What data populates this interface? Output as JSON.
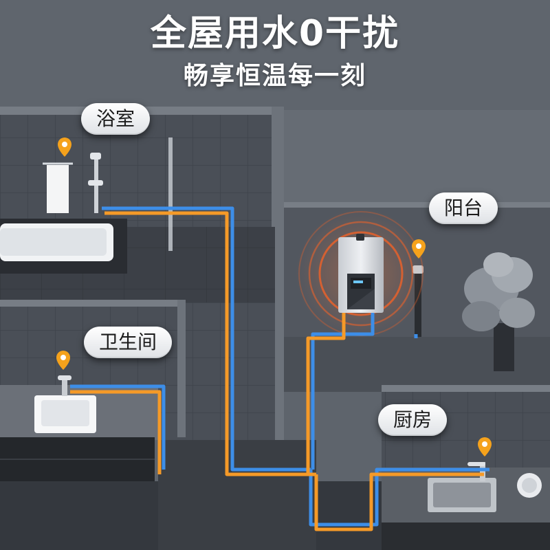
{
  "headline": {
    "title": "全屋用水0干扰",
    "subtitle": "畅享恒温每一刻"
  },
  "rooms": {
    "bathroom": "浴室",
    "balcony": "阳台",
    "toilet": "卫生间",
    "kitchen": "厨房"
  },
  "pipes": {
    "hot_color": "#f59a28",
    "cold_color": "#3d8ee8"
  },
  "pin_color": "#f5a21c",
  "icons": [
    "location-pin-icon",
    "faucet-icon",
    "shower-icon",
    "towel-icon",
    "plant-icon",
    "water-heater-icon"
  ]
}
